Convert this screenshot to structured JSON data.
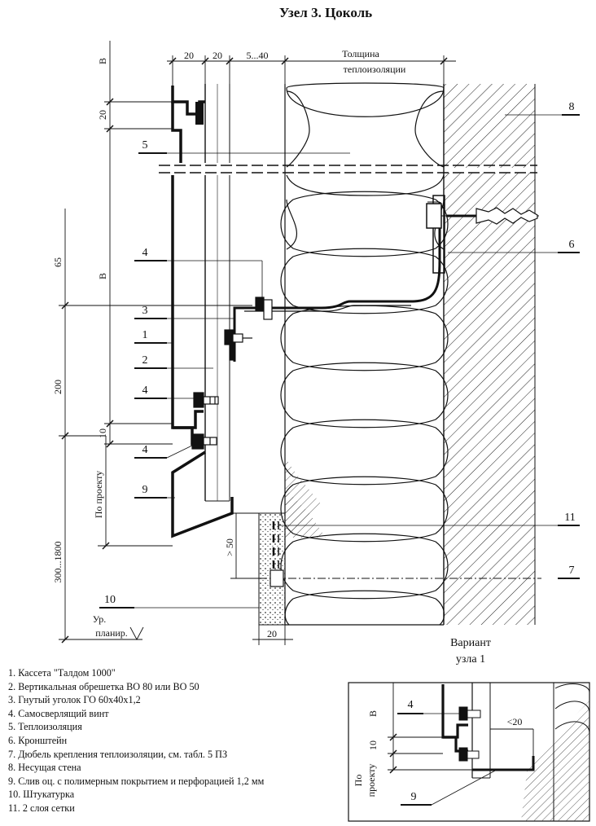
{
  "title": "Узел 3. Цоколь",
  "dimensions": {
    "top_20_a": "20",
    "top_20_b": "20",
    "top_gap": "5...40",
    "insulation_thickness_line1": "Толщина",
    "insulation_thickness_line2": "теплоизоляции",
    "left_B_top": "В",
    "left_20": "20",
    "left_65": "65",
    "left_B_mid": "В",
    "left_200": "200",
    "left_10": "10",
    "left_per_project": "По проекту",
    "left_300_1800": "300...1800",
    "gt_50": "> 50",
    "bottom_20": "20",
    "ground_line1": "Ур.",
    "ground_line2": "планир."
  },
  "callouts": {
    "c8": "8",
    "c5": "5",
    "c6": "6",
    "c4a": "4",
    "c3": "3",
    "c1": "1",
    "c2": "2",
    "c4b": "4",
    "c4c": "4",
    "c9": "9",
    "c11": "11",
    "c7": "7",
    "c10": "10"
  },
  "variant": {
    "title_line1": "Вариант",
    "title_line2": "узла 1",
    "c4": "4",
    "c9": "9",
    "dim_B": "В",
    "dim_10": "10",
    "dim_per_project_1": "По",
    "dim_per_project_2": "проекту",
    "dim_lt20": "<20"
  },
  "legend": [
    "1. Кассета \"Талдом 1000\"",
    "2. Вертикальная обрешетка ВО 80 или ВО 50",
    "3. Гнутый уголок ГО 60х40х1,2",
    "4. Самосверлящий винт",
    "5. Теплоизоляция",
    "6. Кронштейн",
    "7. Дюбель крепления теплоизоляции, см. табл. 5 ПЗ",
    "8. Несущая стена",
    "9. Слив оц. с полимерным покрытием и перфорацией 1,2 мм",
    "10. Штукатурка",
    "11. 2 слоя сетки"
  ]
}
